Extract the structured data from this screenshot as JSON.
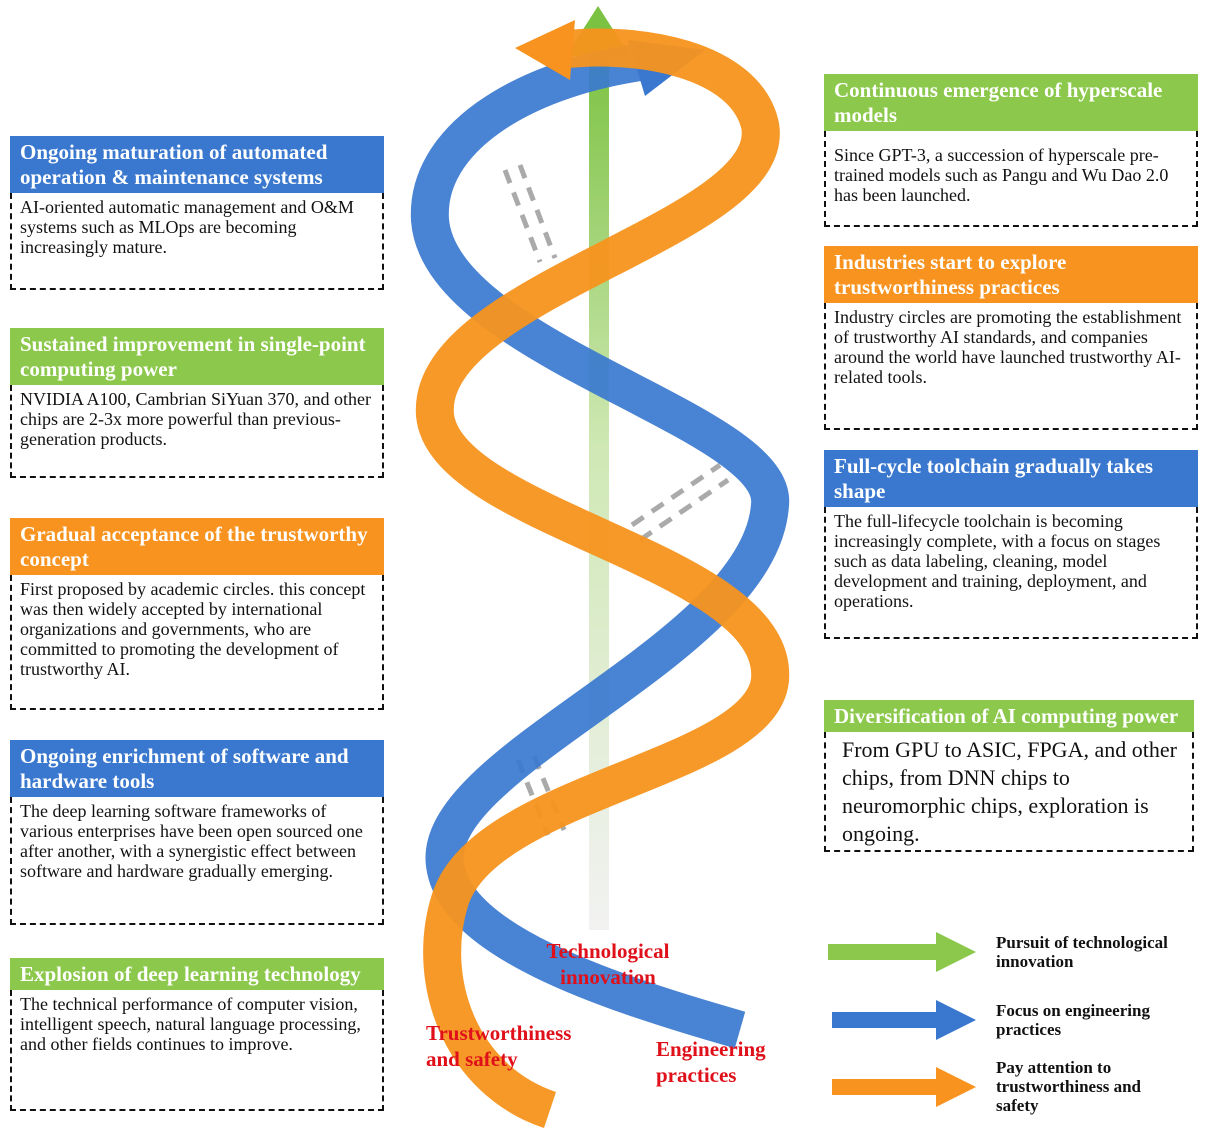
{
  "left": [
    {
      "title": "Ongoing maturation of automated operation & maintenance systems",
      "text": "AI-oriented automatic management and O&M systems such as MLOps are becoming increasingly mature.",
      "color": "#3a78cf"
    },
    {
      "title": "Sustained improvement in single-point computing power",
      "text": "NVIDIA A100, Cambrian SiYuan 370, and other chips are 2-3x more powerful than previous-generation products.",
      "color": "#8cc84b"
    },
    {
      "title": "Gradual acceptance of the trustworthy concept",
      "text": "First proposed by academic circles. this concept was then widely accepted by international organizations and governments, who are committed to promoting the development of trustworthy AI.",
      "color": "#f7931e"
    },
    {
      "title": "Ongoing enrichment of software and hardware tools",
      "text": "The deep learning software frameworks of various enterprises have been open sourced one after another, with a synergistic effect between software and hardware gradually emerging.",
      "color": "#3a78cf"
    },
    {
      "title": "Explosion of deep learning technology",
      "text": "The technical performance of computer vision, intelligent speech, natural language processing, and other fields continues to improve.",
      "color": "#8cc84b"
    }
  ],
  "right": [
    {
      "title": "Continuous emergence of hyperscale models",
      "text": "Since GPT-3, a succession of hyperscale pre-trained models such as Pangu and Wu Dao 2.0 has been launched.",
      "color": "#8cc84b"
    },
    {
      "title": "Industries start to explore trustworthiness practices",
      "text": "Industry circles are promoting the establishment of trustworthy AI standards, and companies around the world have launched trustworthy AI-related tools.",
      "color": "#f7931e"
    },
    {
      "title": "Full-cycle toolchain gradually takes shape",
      "text": "The full-lifecycle toolchain is becoming increasingly complete, with a focus on stages such as data labeling, cleaning, model development and training, deployment, and operations.",
      "color": "#3a78cf"
    },
    {
      "title": "Diversification of AI computing power",
      "text": "From GPU to ASIC, FPGA, and other chips, from DNN chips to neuromorphic chips, exploration is ongoing.",
      "color": "#8cc84b"
    }
  ],
  "helix_labels": {
    "tech": "Technological innovation",
    "trust": "Trustworthiness and safety",
    "eng": "Engineering practices"
  },
  "legend": [
    {
      "text": "Pursuit of technological innovation",
      "color": "#8cc84b"
    },
    {
      "text": "Focus on engineering practices",
      "color": "#3a78cf"
    },
    {
      "text": "Pay attention to trustworthiness and safety",
      "color": "#f7931e"
    }
  ]
}
